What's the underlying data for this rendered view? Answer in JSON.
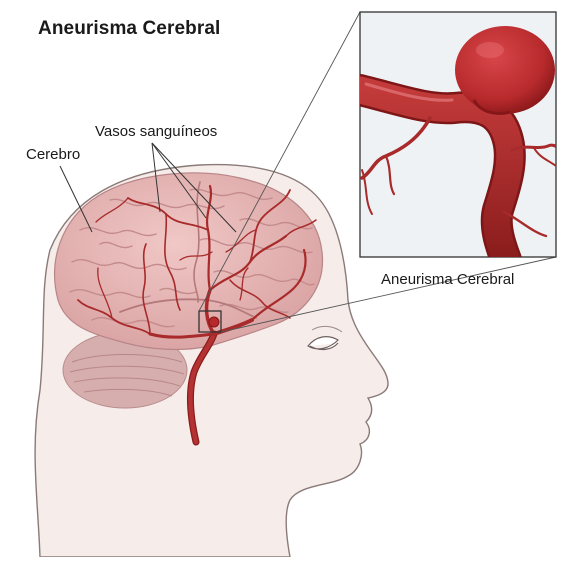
{
  "title": "Aneurisma Cerebral",
  "labels": {
    "brain": "Cerebro",
    "vessels": "Vasos sanguíneos",
    "aneurysm": "Aneurisma Cerebral"
  },
  "colors": {
    "skin": "#f6ecea",
    "skin_outline": "#8a7a78",
    "brain": "#e7b7b6",
    "brain_fold": "#c98f90",
    "cerebellum": "#d7aeae",
    "vessel": "#a82a2a",
    "vessel_dark": "#7d1616",
    "inset_bg": "#eef2f4",
    "line": "#333333"
  }
}
